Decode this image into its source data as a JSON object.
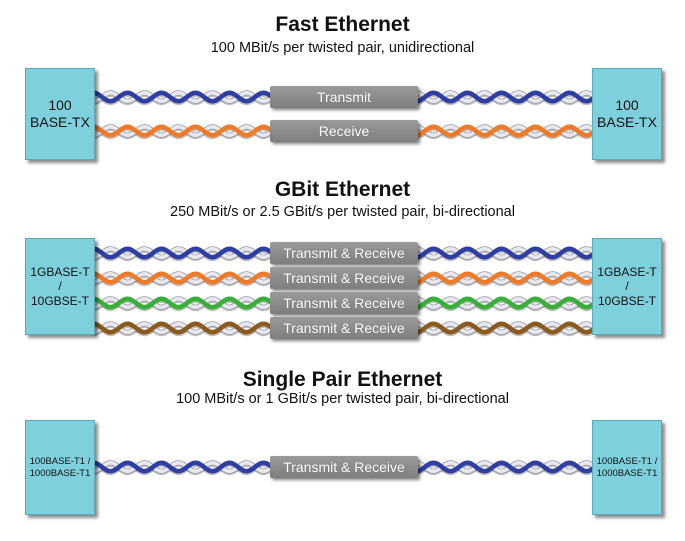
{
  "sections": [
    {
      "title": "Fast Ethernet",
      "subtitle": "100 MBit/s per twisted pair, unidirectional",
      "left_box": "100\nBASE-TX",
      "right_box": "100\nBASE-TX",
      "pairs": [
        {
          "label": "Transmit",
          "color": "#2e3ea3"
        },
        {
          "label": "Receive",
          "color": "#ef7a27"
        }
      ]
    },
    {
      "title": "GBit Ethernet",
      "subtitle": "250 MBit/s or 2.5 GBit/s per twisted pair, bi-directional",
      "left_box": "1GBASE-T\n/\n10GBSE-T",
      "right_box": "1GBASE-T\n/\n10GBSE-T",
      "pairs": [
        {
          "label": "Transmit & Receive",
          "color": "#2e3ea3"
        },
        {
          "label": "Transmit & Receive",
          "color": "#ef7a27"
        },
        {
          "label": "Transmit & Receive",
          "color": "#3aae3a"
        },
        {
          "label": "Transmit & Receive",
          "color": "#8a5a1e"
        }
      ]
    },
    {
      "title": "Single Pair Ethernet",
      "subtitle": "100 MBit/s or 1 GBit/s per twisted pair, bi-directional",
      "left_box": "100BASE-T1 /\n1000BASE-T1",
      "right_box": "100BASE-T1 /\n1000BASE-T1",
      "pairs": [
        {
          "label": "Transmit & Receive",
          "color": "#2e3ea3"
        }
      ]
    }
  ],
  "colors": {
    "box_fill": "#7fd0dd",
    "label_fill": "#8c8c8c",
    "wire_white": "#e8e8ee"
  }
}
